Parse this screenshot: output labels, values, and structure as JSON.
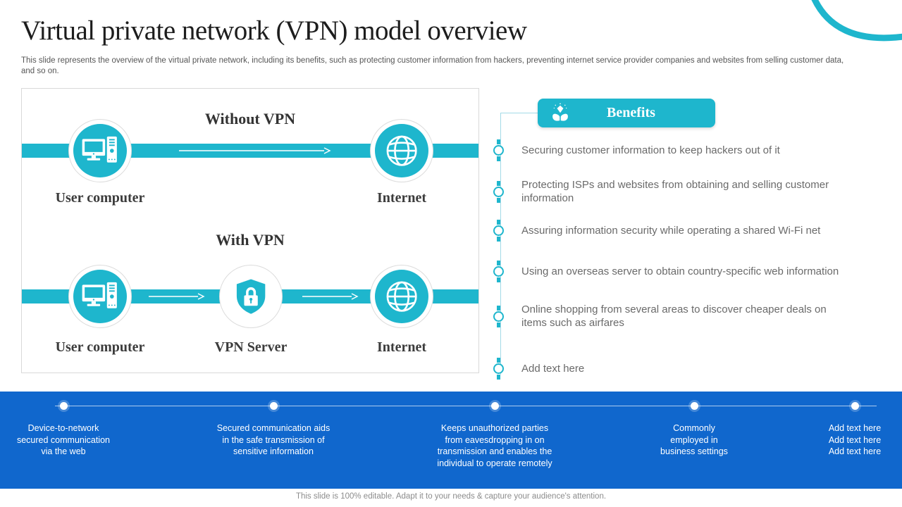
{
  "slide": {
    "title": "Virtual private network (VPN) model overview",
    "subtitle": "This slide represents the overview of the virtual private network, including its benefits, such as protecting customer information from hackers, preventing internet service provider companies and websites from selling customer data,\nand so on.",
    "footer": "This slide is 100% editable. Adapt it to your needs & capture your audience's attention."
  },
  "colors": {
    "teal": "#1eb6cd",
    "blue": "#1067cd"
  },
  "diagram": {
    "without_vpn": {
      "heading": "Without VPN",
      "nodes": [
        {
          "icon": "computer-icon",
          "label": "User computer"
        },
        {
          "icon": "globe-icon",
          "label": "Internet"
        }
      ]
    },
    "with_vpn": {
      "heading": "With VPN",
      "nodes": [
        {
          "icon": "computer-icon",
          "label": "User computer"
        },
        {
          "icon": "shield-lock-icon",
          "label": "VPN Server"
        },
        {
          "icon": "globe-icon",
          "label": "Internet"
        }
      ]
    }
  },
  "benefits": {
    "heading": "Benefits",
    "icon": "gem-in-hands-icon",
    "items": [
      "Securing customer information to keep hackers out of it",
      "Protecting ISPs and websites from obtaining and selling customer information",
      "Assuring information security while operating a shared Wi-Fi net",
      "Using an overseas server to obtain country-specific web information",
      "Online shopping from several areas to discover cheaper deals on items such as airfares",
      "Add text here"
    ]
  },
  "timeline": {
    "items": [
      "Device-to-network\nsecured communication\nvia the web",
      "Secured communication aids\nin the safe transmission of\nsensitive information",
      "Keeps unauthorized parties\nfrom eavesdropping in on\ntransmission and enables the\nindividual to operate remotely",
      "Commonly\nemployed in\nbusiness settings",
      "Add text here\nAdd text here\nAdd text here"
    ]
  }
}
